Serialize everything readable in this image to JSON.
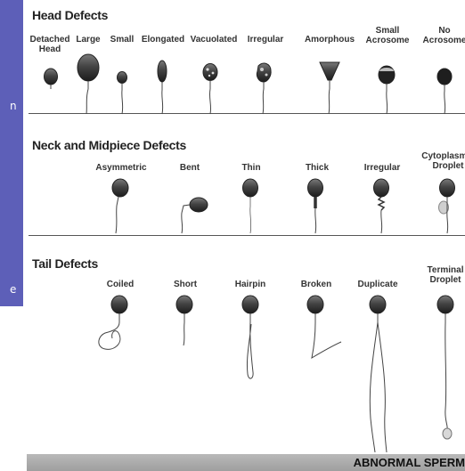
{
  "sidebar": {
    "letters": [
      "n",
      "e"
    ]
  },
  "head": {
    "title": "Head Defects",
    "labels": [
      "Detached\nHead",
      "Large",
      "Small",
      "Elongated",
      "Vacuolated",
      "Irregular",
      "Amorphous",
      "Small\nAcrosome",
      "No\nAcrosome"
    ]
  },
  "neck": {
    "title": "Neck and Midpiece Defects",
    "labels": [
      "Asymmetric",
      "Bent",
      "Thin",
      "Thick",
      "Irregular",
      "Cytoplasmic\nDroplet"
    ]
  },
  "tail": {
    "title": "Tail Defects",
    "labels": [
      "Coiled",
      "Short",
      "Hairpin",
      "Broken",
      "Duplicate",
      "Terminal\nDroplet"
    ]
  },
  "footer": {
    "text": "ABNORMAL SPERM"
  }
}
